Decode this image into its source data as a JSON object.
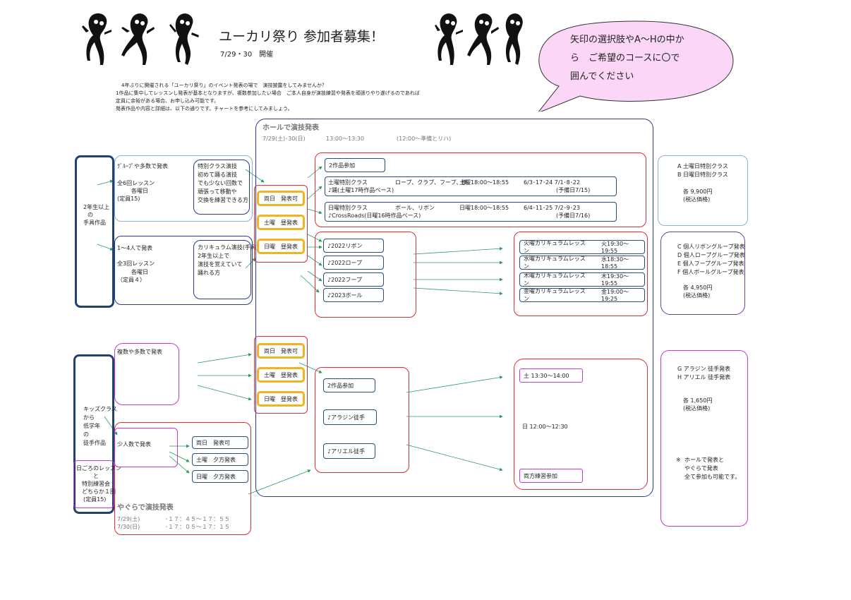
{
  "header": {
    "title": "ユーカリ祭り 参加者募集！",
    "date": "7/29・30　開催"
  },
  "bubble": {
    "line1": "矢印の選択肢やA〜Hの中か",
    "line2": "ら　ご希望のコースに〇で",
    "line3": "囲んでください"
  },
  "intro": [
    "4年ぶりに開催される「ユーカリ祭り」のイベント発表の場で　演技披露をしてみませんか？",
    "1作品に集中してレッスンし発表が基本となりますが、複数参加したい場合　ご本人自身が演技練習や発表を頑張りやり遂げるのであれば",
    "定員に余裕がある場合、お申し込み可能です。",
    "発表作品や内容と詳細は、以下の通りです。チャートを参考にしてみましょう。"
  ],
  "hall": {
    "title": "ホールで演技発表",
    "dates": "7/29(土)･30(日)",
    "time": "13:00〜13:30",
    "note": "(12:00〜準備とリハ)"
  },
  "left_top": {
    "label": [
      "2年生以上",
      "の",
      "手具作品"
    ],
    "group_a": {
      "title": "ｸﾞﾙｰﾌﾟや多数で発表",
      "l1": "全6回レッスン",
      "l2": "各曜日",
      "l3": "(定員15)"
    },
    "note_a": [
      "特別クラス演技",
      "初めて踊る演技",
      "でも少ない回数で",
      "頑張って移動や",
      "交換を練習できる方"
    ],
    "group_b": {
      "title": "1〜4人で発表",
      "l1": "全3回レッスン",
      "l2": "各曜日",
      "l3": "（定員４）"
    },
    "note_b": [
      "カリキュラム演技(手具)",
      "2年生以上で",
      "演技を覚えていて",
      "踊れる方"
    ]
  },
  "yellow_top": [
    "両日　発表可",
    "土曜　昼発表",
    "日曜　昼発表"
  ],
  "special": {
    "two": "2作品参加",
    "sat": {
      "name": "土曜特別クラス",
      "items": "ロープ、クラブ、フープ、旗",
      "time": "土曜18:00〜18:55",
      "dates": "6/3･17･24 7/1･8･22",
      "song": "♪踊(土曜17時作品ベース)",
      "pre": "(予備日7/15)"
    },
    "sun": {
      "name": "日曜特別クラス",
      "items": "ボール、リボン",
      "time": "日曜18:00〜18:55",
      "dates": "6/4･11･25 7/2･9･23",
      "song": "♪CrossRoads(日曜16時作品ベース)",
      "pre": "(予備日7/16)"
    }
  },
  "songs": [
    "♪2022リボン",
    "♪2022ロープ",
    "♪2022フープ",
    "♪2023ボール"
  ],
  "lessons": [
    {
      "name": "火曜カリキュラムレッスン",
      "time": "火19:30〜19:55"
    },
    {
      "name": "水曜カリキュラムレッスン",
      "time": "水18:30〜18:55"
    },
    {
      "name": "木曜カリキュラムレッスン",
      "time": "木19:30〜19:55"
    },
    {
      "name": "金曜カリキュラムレッスン",
      "time": "金19:00〜19:25"
    }
  ],
  "price_ab": {
    "a": "A  土曜日特別クラス",
    "b": "B  日曜日特別クラス",
    "price": "各  9,900円",
    "tax": "(税込価格)"
  },
  "price_cf": {
    "c": "C  個人リボングループ発表",
    "d": "D  個人ロープグループ発表",
    "e": "E  個人フープグループ発表",
    "f": "F  個人ボールグループ発表",
    "price": "各  4,950円",
    "tax": "(税込価格)"
  },
  "price_gh": {
    "g": "G  アラジン 徒手発表",
    "h": "H  アリエル 徒手発表",
    "price": "各  1,650円",
    "tax": "(税込価格)"
  },
  "kids": {
    "label": [
      "キッズクラス",
      "から",
      "低学年",
      "の",
      "徒手作品"
    ],
    "lesson": [
      "日ごろのレッスン",
      "と",
      "特別練習会",
      "どちらか１回",
      "(定員15)"
    ],
    "multi": "複数や多数で発表",
    "few": "少人数で発表",
    "yagura_opts": [
      "両日　発表可",
      "土曜　夕方発表",
      "日曜　夕方発表"
    ]
  },
  "yellow_bottom": [
    "両日　発表可",
    "土曜　昼発表",
    "日曜　昼発表"
  ],
  "kids_songs": [
    "2作品参加",
    "♪アラジン徒手",
    "♪アリエル徒手"
  ],
  "kids_times": [
    "土 13:30〜14:00",
    "日 12:00〜12:30",
    "両方練習参加"
  ],
  "yagura": {
    "title": "やぐらで演技発表",
    "d1": "7/29(土)",
    "t1": "･１７：４５〜１７：５５",
    "d2": "7/30(日)",
    "t2": "･１７：０５〜１７：１５"
  },
  "footnote": {
    "mark": "※",
    "l1": "ホールで発表と",
    "l2": "やぐらで発表",
    "l3": "全て参加も可能です。"
  }
}
